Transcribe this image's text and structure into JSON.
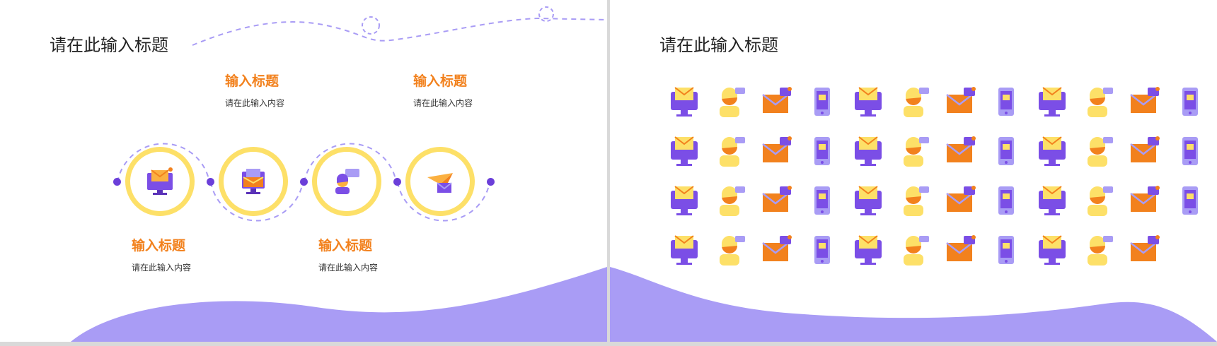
{
  "left_slide": {
    "title": "请在此输入标题",
    "items": [
      {
        "heading": "输入标题",
        "body": "请在此输入内容",
        "icon": "email-monitor-icon"
      },
      {
        "heading": "输入标题",
        "body": "请在此输入内容",
        "icon": "envelope-computer-icon"
      },
      {
        "heading": "输入标题",
        "body": "请在此输入内容",
        "icon": "support-agent-icon"
      },
      {
        "heading": "输入标题",
        "body": "请在此输入内容",
        "icon": "paper-plane-icon"
      }
    ]
  },
  "right_slide": {
    "title": "请在此输入标题",
    "icons": [
      "email-monitor-icon",
      "user-avatar-icon",
      "hot-air-balloon-icon",
      "envelope-computer-icon",
      "support-agent-icon",
      "bell-icon",
      "paper-plane-icon",
      "mailbox-icon",
      "winged-envelope-icon",
      "laptop-mail-icon",
      "chat-bubble-icon",
      "globe-pin-icon",
      "calendar-icon",
      "mobile-mail-icon",
      "laptop-envelope-icon",
      "headset-woman-icon",
      "notes-icon",
      "phone-chat-icon",
      "swan-icon",
      "parcel-icon",
      "monitor-chat-icon",
      "paper-plane-route-icon",
      "funnel-icon",
      "social-phone-icon",
      "fax-icon",
      "headphones-icon",
      "stamp-icon",
      "phone-profile-icon",
      "team-users-icon",
      "agent-chat-icon",
      "document-flow-icon",
      "telephone-icon",
      "send-mail-icon",
      "phone-twitter-icon",
      "mail-chat-icon",
      "letter-icon",
      "phone-qr-icon",
      "package-icon",
      "phone-instagram-icon",
      "newsletter-icon",
      "contact-book-icon",
      "mail-search-icon",
      "id-card-chat-icon",
      "lifebuoy-icon",
      "handshake-chat-icon",
      "address-book-icon",
      "inbox-icon"
    ]
  },
  "colors": {
    "purple": "#7b4ee6",
    "light_purple": "#a99cf5",
    "yellow": "#fde068",
    "orange": "#f2811d"
  }
}
